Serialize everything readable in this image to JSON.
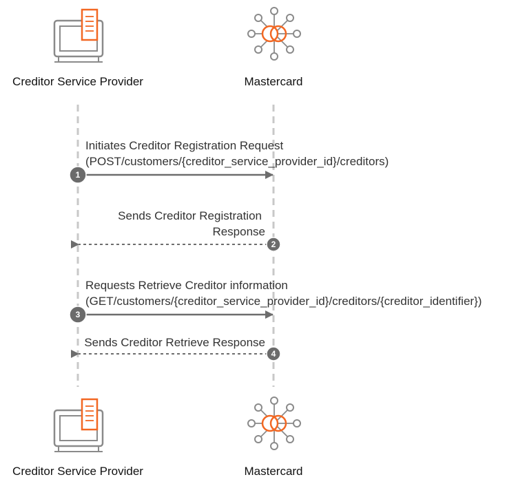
{
  "colors": {
    "arrow": "#6d6d6d",
    "lifeline": "#c8c8c8",
    "accent": "#f26722",
    "icon_gray": "#8a8a8a",
    "step_badge": "#6b6b6b"
  },
  "actors": {
    "left": {
      "name": "Creditor Service Provider",
      "icon": "terminal-document-icon"
    },
    "right": {
      "name": "Mastercard",
      "icon": "mastercard-network-icon"
    }
  },
  "messages": [
    {
      "step": "1",
      "direction": "request",
      "line1": "Initiates Creditor Registration Request",
      "line2": "(POST/customers/{creditor_service_provider_id}/creditors)"
    },
    {
      "step": "2",
      "direction": "response",
      "line1": "Sends Creditor Registration",
      "line2": "Response"
    },
    {
      "step": "3",
      "direction": "request",
      "line1": "Requests Retrieve Creditor information",
      "line2": "(GET/customers/{creditor_service_provider_id}/creditors/{creditor_identifier})"
    },
    {
      "step": "4",
      "direction": "response",
      "line1": "Sends Creditor Retrieve Response",
      "line2": ""
    }
  ]
}
